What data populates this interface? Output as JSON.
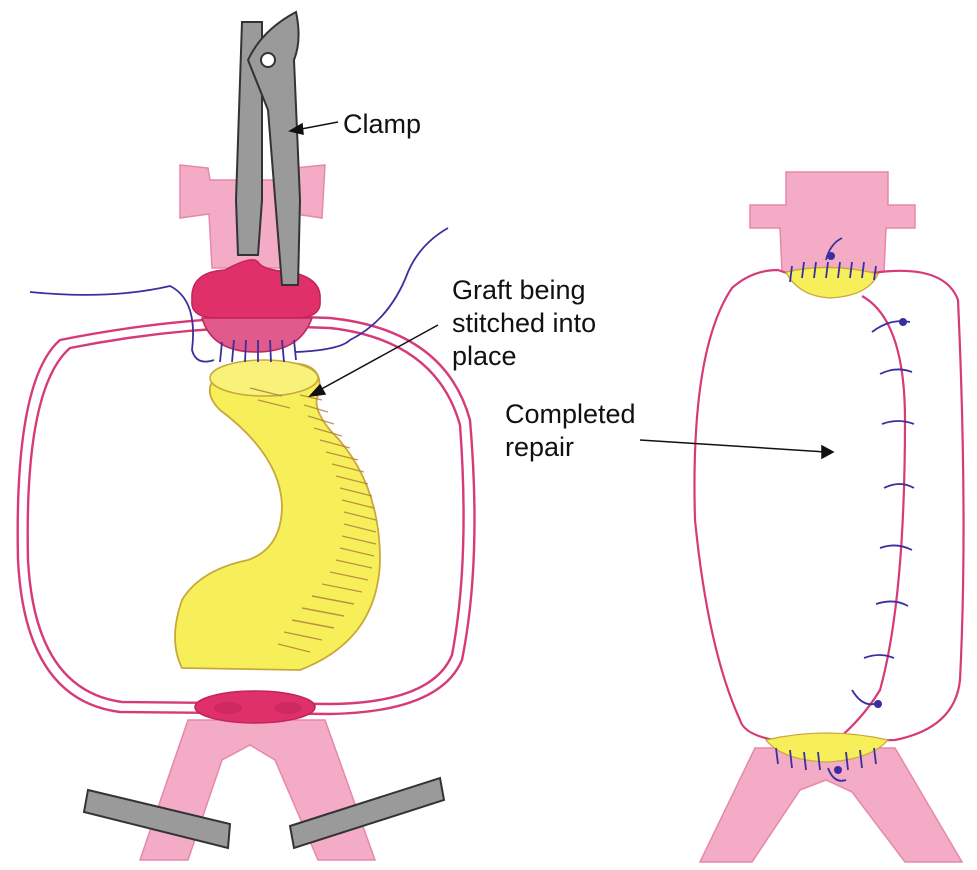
{
  "labels": {
    "clamp": "Clamp",
    "graft": [
      "Graft being",
      "stitched into",
      "place"
    ],
    "repair": [
      "Completed",
      "repair"
    ]
  },
  "colors": {
    "vessel_outline": "#d63a78",
    "vessel_fill": "#f2a3c0",
    "vessel_dark": "#e0306a",
    "graft_fill": "#f6ef5a",
    "graft_stroke": "#c9a83a",
    "graft_hatch": "#a8743a",
    "clamp_fill": "#9a9a9a",
    "clamp_outline": "#333333",
    "suture": "#3a2f9e",
    "arrow": "#111111"
  }
}
